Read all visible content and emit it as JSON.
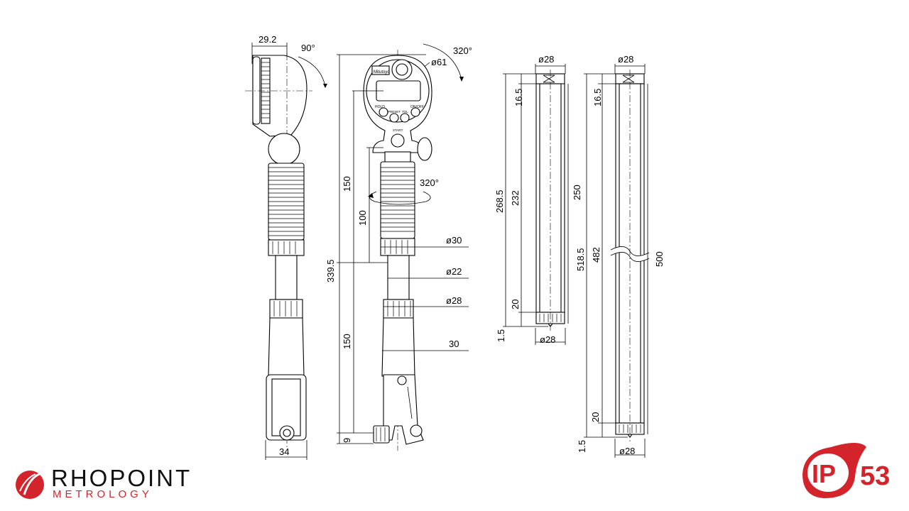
{
  "dimensions": {
    "side_view": {
      "width_top": "29.2",
      "angle": "90°",
      "width_bottom": "34"
    },
    "front_view": {
      "dial_diameter": "ø61",
      "rotation_top": "320°",
      "rotation_mid": "320°",
      "height_upper": "150",
      "height_flex": "100",
      "height_total": "339.5",
      "height_lower": "150",
      "foot": "9",
      "d30": "ø30",
      "d22": "ø22",
      "d28": "ø28",
      "w30": "30"
    },
    "rod_short": {
      "d_top": "ø28",
      "d_bottom": "ø28",
      "h_cap": "16.5",
      "h_total": "268.5",
      "h_inner": "232",
      "h_250": "250",
      "h_20": "20",
      "h_1_5": "1.5"
    },
    "rod_long": {
      "d_top": "ø28",
      "d_bottom": "ø28",
      "h_cap": "16.5",
      "h_total": "518.5",
      "h_inner": "482",
      "h_500": "500",
      "h_20": "20",
      "h_1_5": "1.5"
    }
  },
  "dial_labels": {
    "hold": "HOLD",
    "preset": "PRESET",
    "tol": "TOL",
    "onoff": "ON/OFF",
    "start": "START",
    "brand": "Mitutoyo"
  },
  "brand": {
    "name": "RHOPOINT",
    "subtitle": "METROLOGY",
    "color": "#d4242b"
  },
  "rating": {
    "prefix": "IP",
    "value": "53",
    "color": "#d4242b"
  }
}
